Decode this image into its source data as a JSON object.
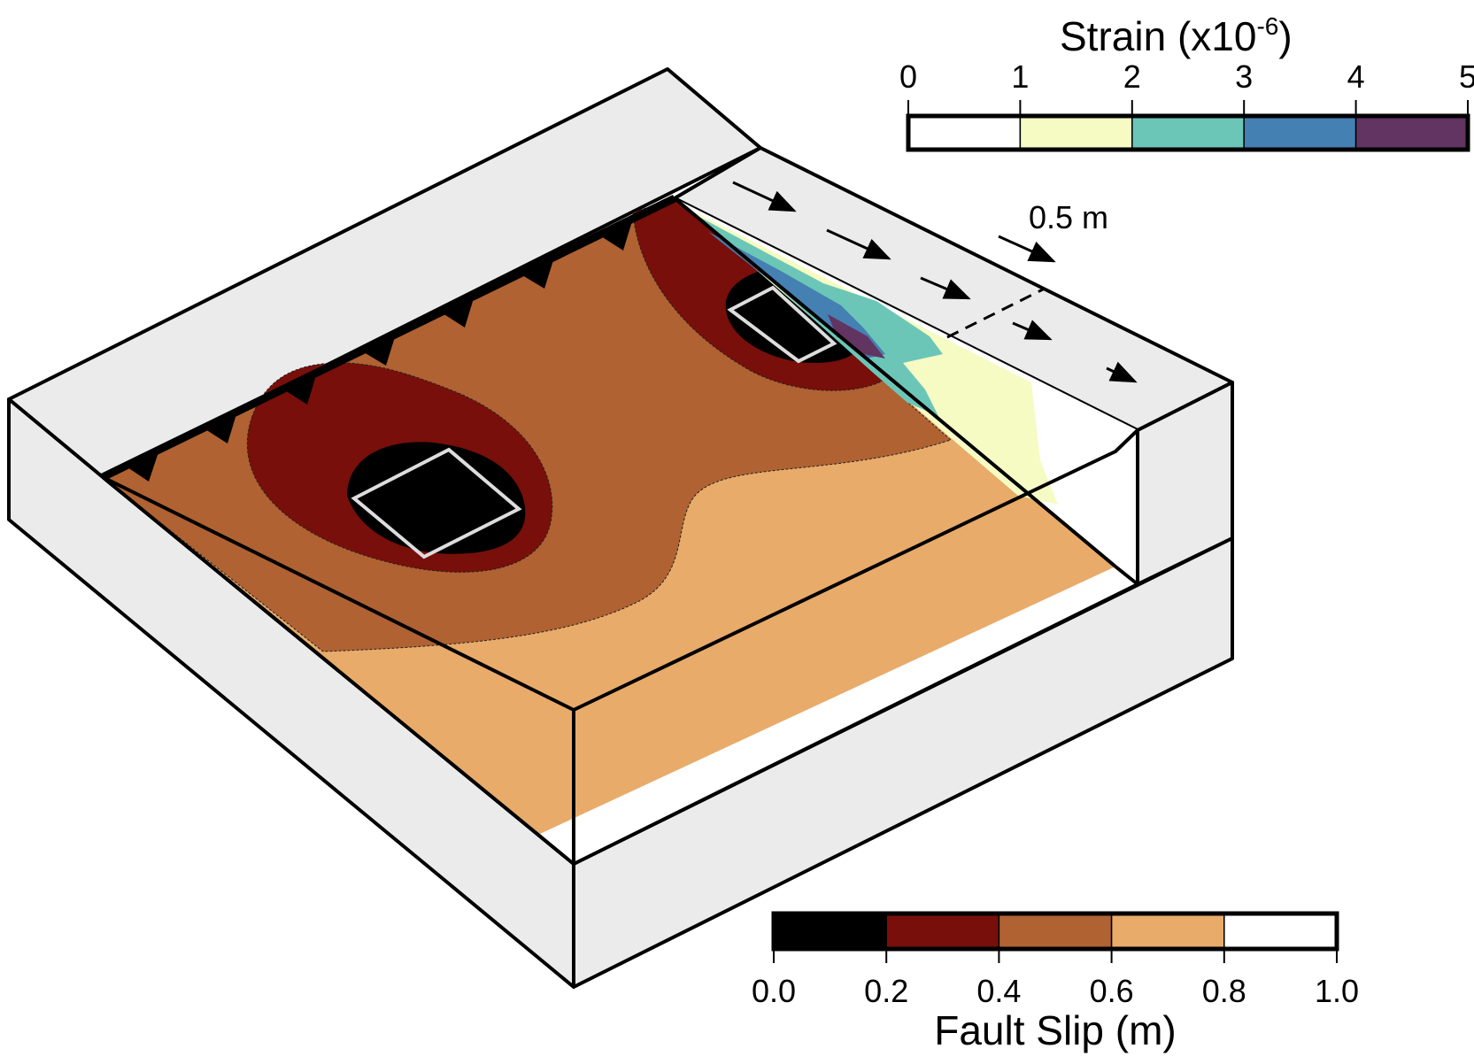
{
  "strain_scale": {
    "title_main": "Strain (x10",
    "title_exp": "-6",
    "title_close": ")",
    "ticks": [
      "0",
      "1",
      "2",
      "3",
      "4",
      "5"
    ],
    "colors": [
      "#ffffff",
      "#f6fbc4",
      "#6cc6b8",
      "#4580b2",
      "#623462"
    ]
  },
  "vector_scale": {
    "label": "0.5 m"
  },
  "slip_scale": {
    "title": "Fault Slip (m)",
    "ticks": [
      "0.0",
      "0.2",
      "0.4",
      "0.6",
      "0.8",
      "1.0"
    ],
    "colors": [
      "#000000",
      "#780f0a",
      "#b06232",
      "#e8ab6a",
      "#ffffff"
    ]
  },
  "block_colors": {
    "face": "#ebebeb",
    "outline": "#000000",
    "patch_outline": "#dddddd"
  }
}
